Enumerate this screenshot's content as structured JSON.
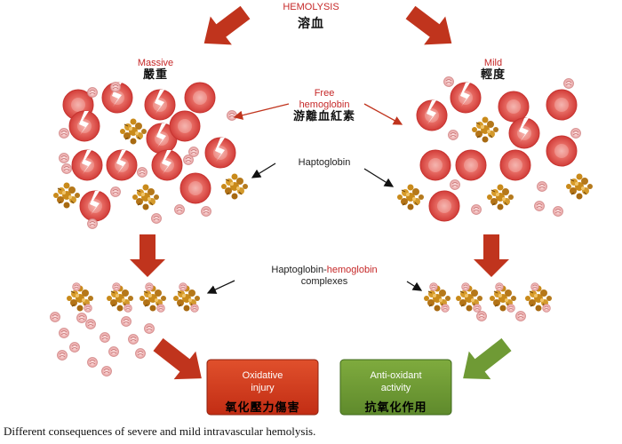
{
  "title": {
    "en": "HEMOLYSIS",
    "zh": "溶血"
  },
  "massive": {
    "en": "Massive",
    "zh": "嚴重"
  },
  "mild": {
    "en": "Mild",
    "zh": "輕度"
  },
  "free_hemoglobin": {
    "line1": "Free",
    "line2": "hemoglobin",
    "zh": "游離血紅素"
  },
  "haptoglobin": "Haptoglobin",
  "complexes": {
    "part1": "Haptoglobin-",
    "part2": "hemoglobin",
    "line2": "complexes"
  },
  "oxidative_box": {
    "line1": "Oxidative",
    "line2": "injury",
    "zh": "氧化壓力傷害"
  },
  "antioxidant_box": {
    "line1": "Anti-oxidant",
    "line2": "activity",
    "zh": "抗氧化作用"
  },
  "caption": "Different consequences of severe and mild intravascular hemolysis.",
  "colors": {
    "red_arrow": "#c0341d",
    "oxidative_box": "#d43a1c",
    "antioxidant_box": "#6f9a35",
    "rbc": "#e05450",
    "haptoglobin": "#c98a1a",
    "hemoglobin": "#e8a3a3"
  }
}
